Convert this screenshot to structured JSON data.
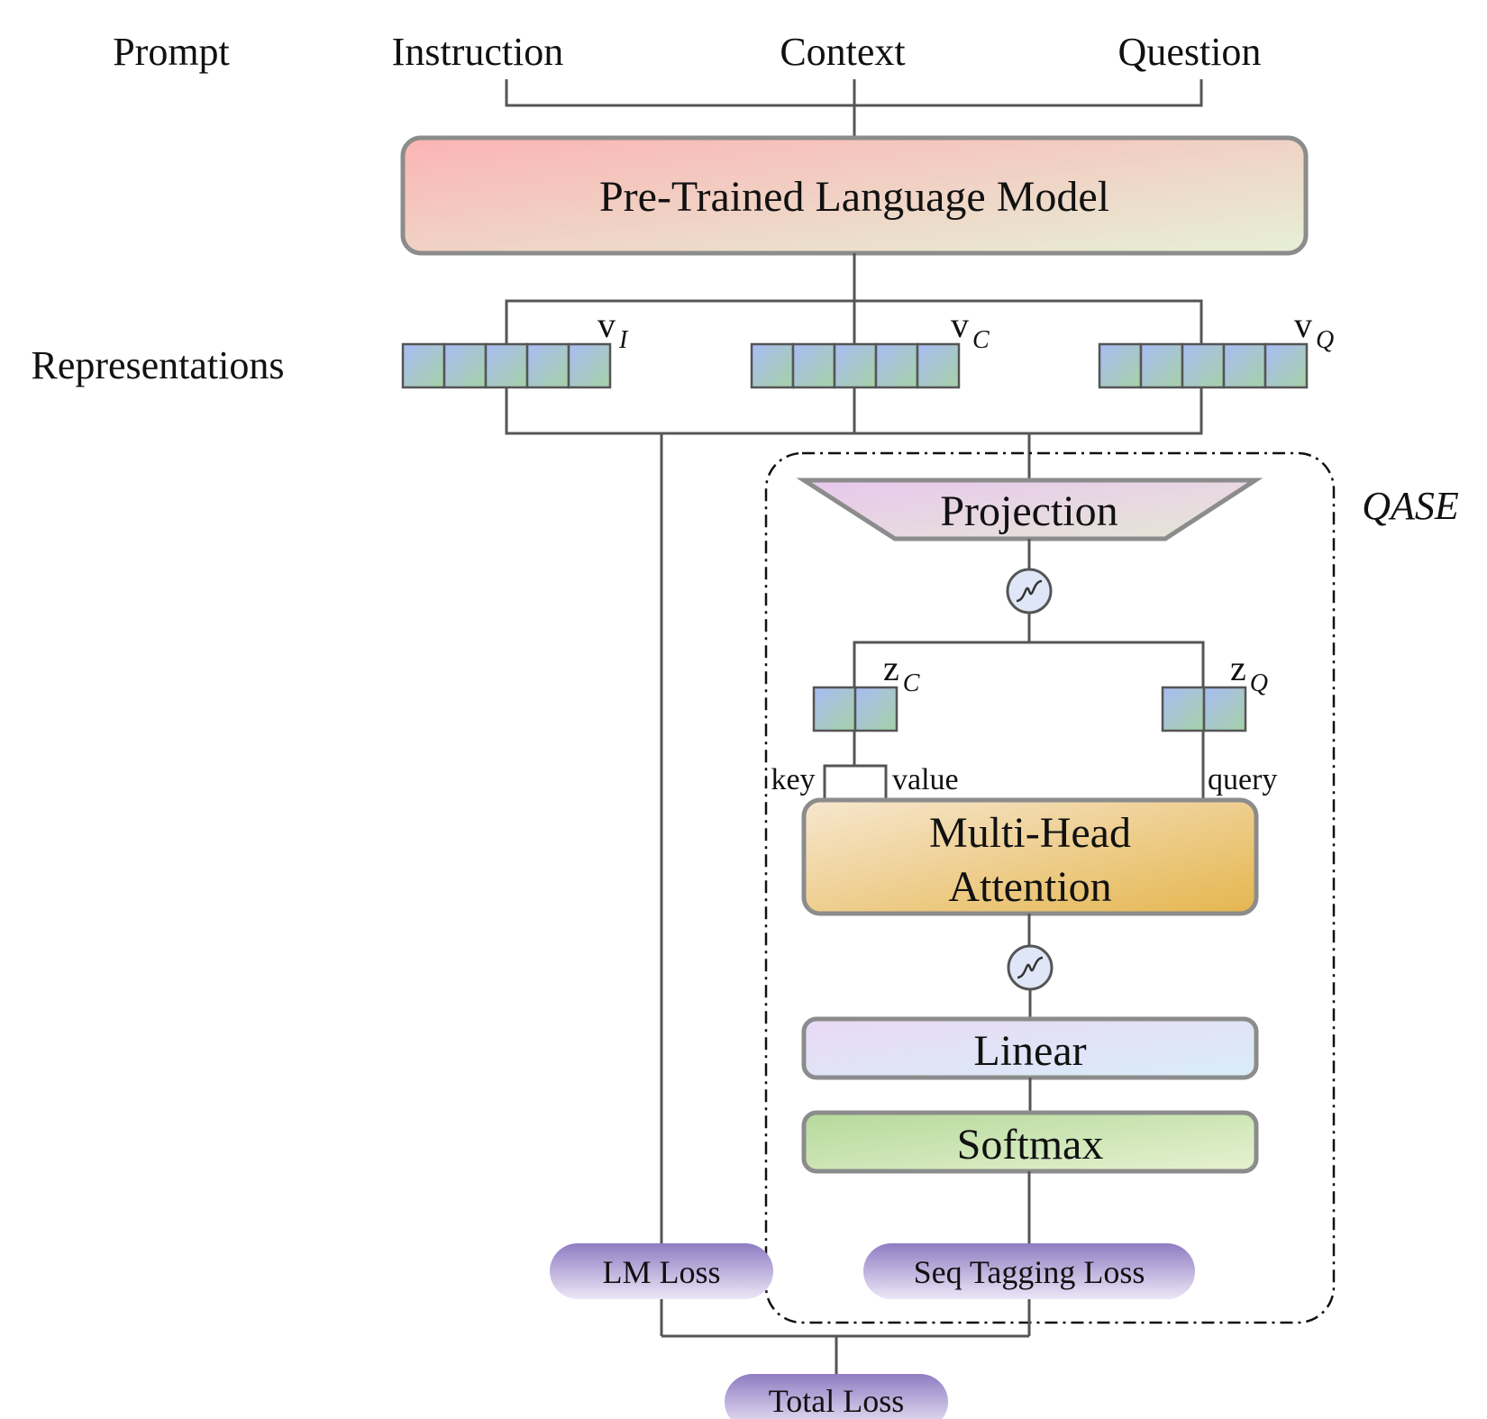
{
  "labels": {
    "prompt": "Prompt",
    "instruction": "Instruction",
    "context": "Context",
    "question": "Question",
    "representations": "Representations",
    "qase": "QASE"
  },
  "boxes": {
    "plm": "Pre-Trained Language Model",
    "projection": "Projection",
    "mha_line1": "Multi-Head",
    "mha_line2": "Attention",
    "linear": "Linear",
    "softmax": "Softmax"
  },
  "vectors": {
    "vI": {
      "base": "v",
      "sub": "I"
    },
    "vC": {
      "base": "v",
      "sub": "C"
    },
    "vQ": {
      "base": "v",
      "sub": "Q"
    },
    "zC": {
      "base": "z",
      "sub": "C"
    },
    "zQ": {
      "base": "z",
      "sub": "Q"
    }
  },
  "attention_inputs": {
    "key": "key",
    "value": "value",
    "query": "query"
  },
  "losses": {
    "lm": "LM Loss",
    "seq_tagging": "Seq Tagging Loss",
    "total": "Total Loss"
  },
  "colors": {
    "line": "#555555",
    "box_border": "#8c8c8c",
    "plm_gradient": [
      "#fbb4b4",
      "#e6f0d6"
    ],
    "projection_gradient": [
      "#e8c7ee",
      "#e6e7d6"
    ],
    "mha_gradient": [
      "#f7e7cf",
      "#e5b64f"
    ],
    "linear_gradient": [
      "#ead9f5",
      "#d8edf8"
    ],
    "softmax_gradient": [
      "#b5d99b",
      "#e6f2d0"
    ],
    "cell_gradient": [
      "#a8bcf4",
      "#a6d1a6"
    ],
    "loss_gradient": [
      "#8f7cc2",
      "#e6e0f4"
    ],
    "activation_fill": "#dfe6f7"
  },
  "icons": {
    "activation": "sigmoid-activation-icon"
  }
}
